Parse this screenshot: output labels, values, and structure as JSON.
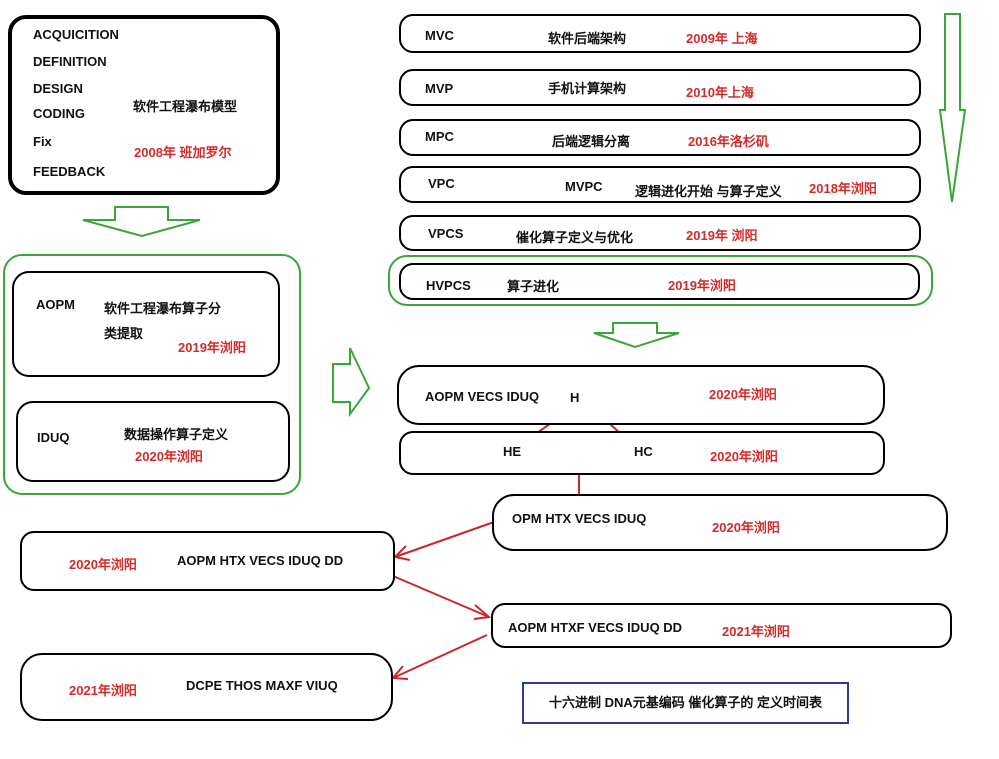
{
  "waterfall": {
    "steps": [
      "ACQUICITION",
      "DEFINITION",
      "DESIGN",
      "CODING",
      "Fix",
      "FEEDBACK"
    ],
    "title": "软件工程瀑布模型",
    "date": "2008年 班加罗尔"
  },
  "aopm_box": {
    "name": "AOPM",
    "desc_line1": "软件工程瀑布算子分",
    "desc_line2": "类提取",
    "date": "2019年浏阳"
  },
  "iduq_box": {
    "name": "IDUQ",
    "desc": "数据操作算子定义",
    "date": "2020年浏阳"
  },
  "timeline": [
    {
      "name": "MVC",
      "desc": "软件后端架构",
      "date": "2009年 上海"
    },
    {
      "name": "MVP",
      "desc": "手机计算架构",
      "date": "2010年上海"
    },
    {
      "name": "MPC",
      "desc": "后端逻辑分离",
      "date": "2016年洛杉矶"
    },
    {
      "name": "VPC",
      "sub": "MVPC",
      "desc": "逻辑进化开始 与算子定义",
      "date": "2018年浏阳"
    },
    {
      "name": "VPCS",
      "desc": "催化算子定义与优化",
      "date": "2019年 浏阳"
    },
    {
      "name": "HVPCS",
      "desc": "算子进化",
      "date": "2019年浏阳"
    }
  ],
  "merge_box": {
    "label": "AOPM VECS IDUQ",
    "h": "H",
    "date": "2020年浏阳"
  },
  "branch_box": {
    "he": "HE",
    "hc": "HC",
    "date": "2020年浏阳"
  },
  "opm_box": {
    "label": "OPM HTX VECS IDUQ",
    "date": "2020年浏阳"
  },
  "dd_box": {
    "label": "AOPM HTX VECS IDUQ DD",
    "date": "2020年浏阳"
  },
  "htxf_box": {
    "label": "AOPM HTXF VECS IDUQ DD",
    "date": "2021年浏阳"
  },
  "dcpe_box": {
    "label": "DCPE THOS MAXF VIUQ",
    "date": "2021年浏阳"
  },
  "legend": {
    "title": "十六进制 DNA元基编码 催化算子的 定义时间表"
  },
  "colors": {
    "arrow_green": "#3aa63a",
    "connector_red": "#c8272d",
    "legend_border": "#2e3a8c",
    "text_red": "#d22b2b"
  }
}
